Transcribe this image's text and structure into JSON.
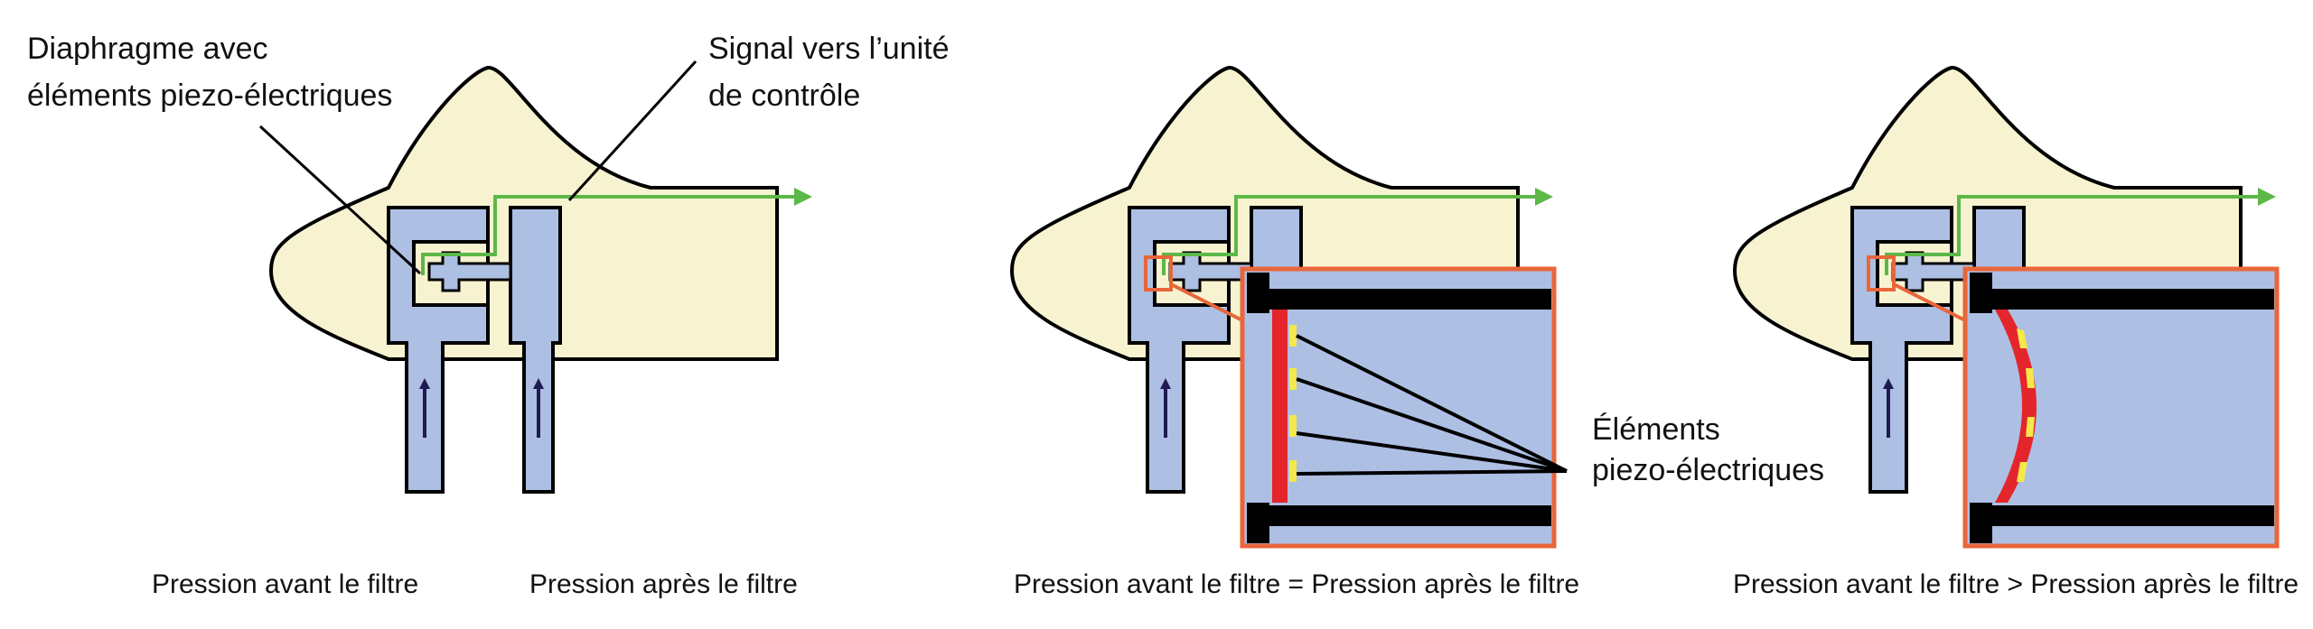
{
  "colors": {
    "body_fill": "#f7f3d0",
    "chamber_fill": "#aebfe4",
    "outline": "#000000",
    "signal_line": "#5cb848",
    "zoom_frame": "#e8663a",
    "diaphragm": "#e4252b",
    "piezo": "#f4e84a",
    "arrow": "#1e1b52"
  },
  "labels": {
    "diaphragm_line1": "Diaphragme avec",
    "diaphragm_line2": "éléments piezo-électriques",
    "signal_line1": "Signal vers l’unité",
    "signal_line2": "de contrôle",
    "elements_line1": "Éléments",
    "elements_line2": "piezo-électriques"
  },
  "captions": {
    "panel1_left": "Pression avant le filtre",
    "panel1_right": "Pression après le filtre",
    "panel2": "Pression avant le filtre = Pression après le filtre",
    "panel3": "Pression avant le filtre > Pression après le filtre"
  }
}
